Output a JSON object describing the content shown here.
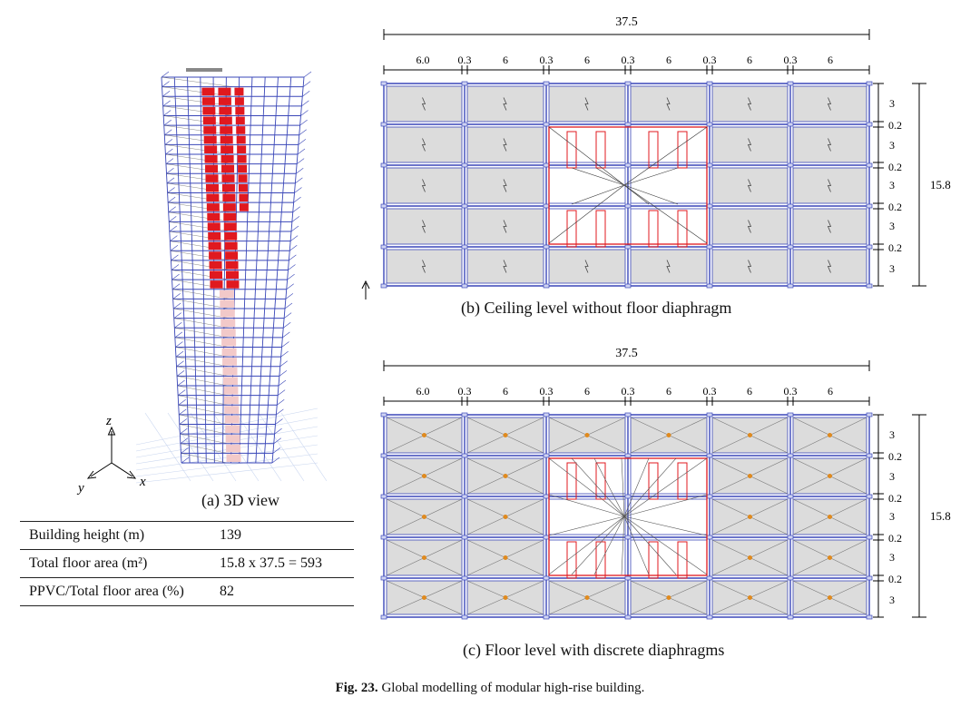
{
  "captions": {
    "a": "(a) 3D view",
    "b": "(b) Ceiling level without floor diaphragm",
    "c": "(c) Floor level with discrete diaphragms",
    "figure_label": "Fig. 23.",
    "figure_text": " Global modelling of modular high-rise building."
  },
  "axes": {
    "x": "x",
    "y": "y",
    "z": "z"
  },
  "table": {
    "rows": [
      {
        "label": "Building height (m)",
        "value": "139"
      },
      {
        "label": "Total floor area (m²)",
        "value": "15.8 x 37.5 = 593"
      },
      {
        "label": "PPVC/Total floor area (%)",
        "value": "82"
      }
    ]
  },
  "plan_dims": {
    "total_width": "37.5",
    "bay_widths": [
      "6.0",
      "0.3",
      "6",
      "0.3",
      "6",
      "0.3",
      "6",
      "0.3",
      "6",
      "0.3",
      "6"
    ],
    "total_depth": "15.8",
    "row_depths": [
      "3",
      "0.2",
      "3",
      "0.2",
      "3",
      "0.2",
      "3",
      "0.2",
      "3"
    ]
  },
  "colors": {
    "frame": "#3a47b8",
    "module_fill": "#dcdcdc",
    "core": "#e0191f",
    "node": "#e08a1e"
  }
}
